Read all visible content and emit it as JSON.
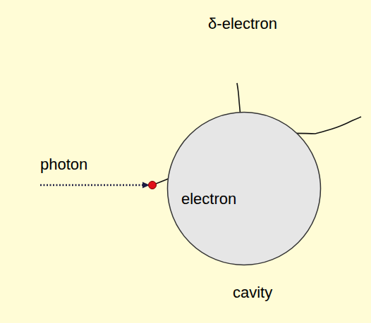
{
  "diagram": {
    "nodes": [
      {
        "text": [
          "electron"
        ]
      }
    ],
    "labels": [
      "δ-electron",
      "photon",
      "cavity"
    ]
  }
}
